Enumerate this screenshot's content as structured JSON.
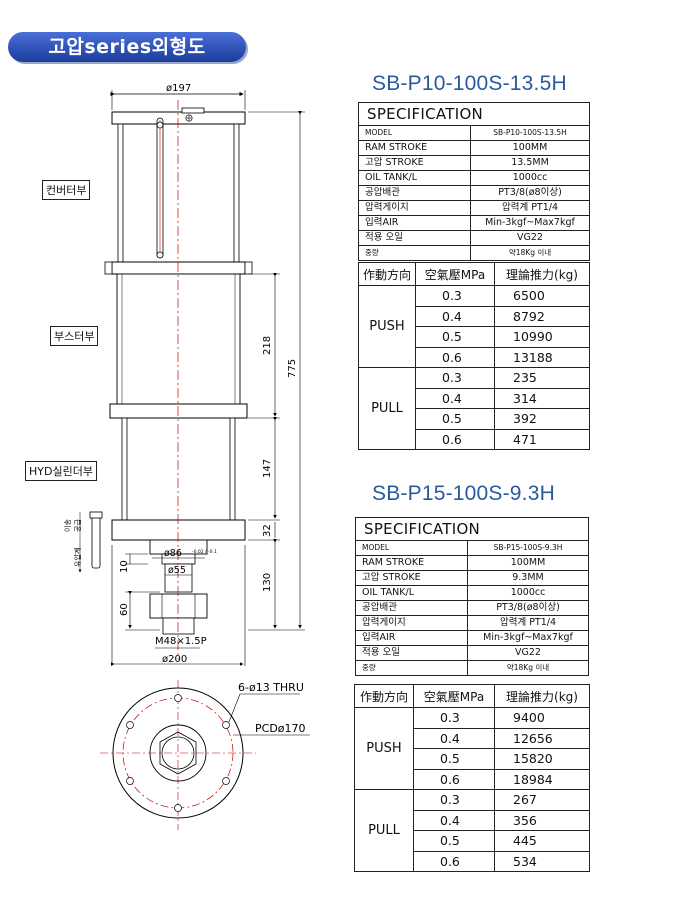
{
  "header_badge": "고압series외형도",
  "drawing": {
    "section_labels": {
      "converter": "컨버터부",
      "booster": "부스터부",
      "hyd": "HYD실린더부"
    },
    "dims": {
      "top_dia": "ø197",
      "overall_height": "775",
      "booster_len": "218",
      "hyd_len": "147",
      "flange_thk": "32",
      "ram_len": "130",
      "rod_len": "60",
      "step_len": "10",
      "dia_86": "ø86",
      "tol_86": "-0.02 / -0.1",
      "dia_55": "ø55",
      "thread": "M48×1.5P",
      "base_dia": "ø200",
      "holes": "6-ø13 THRU",
      "pcd": "PCDø170"
    },
    "side_gauge_text": [
      "공급",
      "유압계",
      "이송"
    ]
  },
  "models": [
    {
      "title": "SB-P10-100S-13.5H",
      "spec_title": "SPECIFICATION",
      "spec_rows": [
        {
          "k": "MODEL",
          "v": "SB-P10-100S-13.5H",
          "small": true
        },
        {
          "k": "RAM STROKE",
          "v": "100MM"
        },
        {
          "k": "고압 STROKE",
          "v": "13.5MM"
        },
        {
          "k": "OIL TANK/L",
          "v": "1000cc"
        },
        {
          "k": "공압배관",
          "v": "PT3/8(ø8이상)"
        },
        {
          "k": "압력게이지",
          "v": "압력계 PT1/4"
        },
        {
          "k": "입력AIR",
          "v": "Min-3kgf~Max7kgf"
        },
        {
          "k": "적용 오일",
          "v": "VG22"
        },
        {
          "k": "중량",
          "v": "약18Kg 이내",
          "small": true
        }
      ],
      "force_headers": [
        "作動方向",
        "空氣壓MPa",
        "理論推力(kg)"
      ],
      "push": {
        "label": "PUSH",
        "rows": [
          [
            "0.3",
            "6500"
          ],
          [
            "0.4",
            "8792"
          ],
          [
            "0.5",
            "10990"
          ],
          [
            "0.6",
            "13188"
          ]
        ]
      },
      "pull": {
        "label": "PULL",
        "rows": [
          [
            "0.3",
            "235"
          ],
          [
            "0.4",
            "314"
          ],
          [
            "0.5",
            "392"
          ],
          [
            "0.6",
            "471"
          ]
        ]
      }
    },
    {
      "title": "SB-P15-100S-9.3H",
      "spec_title": "SPECIFICATION",
      "spec_rows": [
        {
          "k": "MODEL",
          "v": "SB-P15-100S-9.3H",
          "small": true
        },
        {
          "k": "RAM STROKE",
          "v": "100MM"
        },
        {
          "k": "고압 STROKE",
          "v": "9.3MM"
        },
        {
          "k": "OIL TANK/L",
          "v": "1000cc"
        },
        {
          "k": "공압배관",
          "v": "PT3/8(ø8이상)"
        },
        {
          "k": "압력게이지",
          "v": "압력계 PT1/4"
        },
        {
          "k": "입력AIR",
          "v": "Min-3kgf~Max7kgf"
        },
        {
          "k": "적용 오일",
          "v": "VG22"
        },
        {
          "k": "중량",
          "v": "약18Kg 이내",
          "small": true
        }
      ],
      "force_headers": [
        "作動方向",
        "空氣壓MPa",
        "理論推力(kg)"
      ],
      "push": {
        "label": "PUSH",
        "rows": [
          [
            "0.3",
            "9400"
          ],
          [
            "0.4",
            "12656"
          ],
          [
            "0.5",
            "15820"
          ],
          [
            "0.6",
            "18984"
          ]
        ]
      },
      "pull": {
        "label": "PULL",
        "rows": [
          [
            "0.3",
            "267"
          ],
          [
            "0.4",
            "356"
          ],
          [
            "0.5",
            "445"
          ],
          [
            "0.6",
            "534"
          ]
        ]
      }
    }
  ]
}
